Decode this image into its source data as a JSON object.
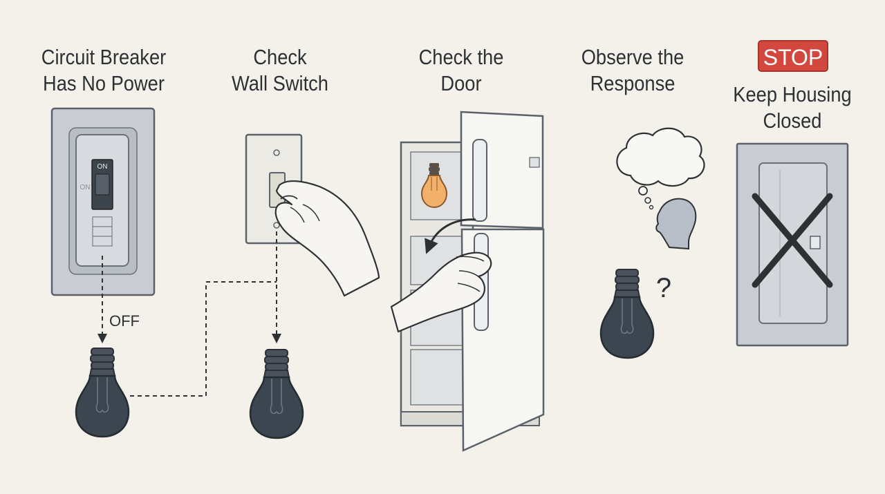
{
  "steps": [
    {
      "title_line1": "Circuit Breaker",
      "title_line2": "Has No Power"
    },
    {
      "title_line1": "Check",
      "title_line2": "Wall Switch"
    },
    {
      "title_line1": "Check the",
      "title_line2": "Door"
    },
    {
      "title_line1": "Observe the",
      "title_line2": "Response"
    },
    {
      "badge": "STOP",
      "title_line1": "Keep Housing",
      "title_line2": "Closed"
    }
  ],
  "breaker": {
    "label_top": "ON",
    "label_side": "ON",
    "off_label": "OFF"
  },
  "question_mark": "?",
  "colors": {
    "background": "#f3f1ea",
    "bulb_dark": "#3b4650",
    "bulb_lit": "#f2b06a",
    "panel": "#c9cdd3",
    "stop_red": "#d2483e",
    "cross": "#2e3134"
  },
  "icons": [
    "breaker-switch-icon",
    "light-bulb-icon",
    "wall-switch-icon",
    "hand-icon",
    "refrigerator-icon",
    "thought-bubble-icon",
    "head-icon",
    "electrical-panel-icon",
    "cross-icon"
  ]
}
